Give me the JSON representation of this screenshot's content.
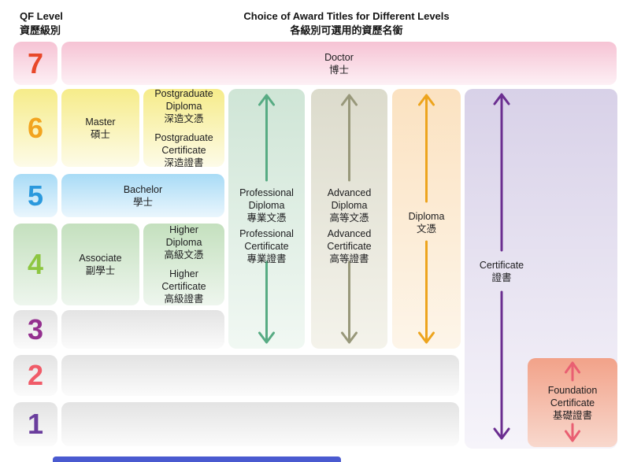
{
  "header": {
    "qf_level": {
      "en": "QF Level",
      "zh": "資歷級別"
    },
    "title": {
      "en": "Choice of Award Titles for Different Levels",
      "zh": "各級別可選用的資歷名銜"
    }
  },
  "levels": [
    {
      "num": "7",
      "color": "#e8482a"
    },
    {
      "num": "6",
      "color": "#f2a41f"
    },
    {
      "num": "5",
      "color": "#2b99dd"
    },
    {
      "num": "4",
      "color": "#8dc641"
    },
    {
      "num": "3",
      "color": "#94308f"
    },
    {
      "num": "2",
      "color": "#f05b68"
    },
    {
      "num": "1",
      "color": "#6a3d9d"
    }
  ],
  "awards": {
    "doctor": {
      "en": "Doctor",
      "zh": "博士"
    },
    "master": {
      "en": "Master",
      "zh": "碩士"
    },
    "postgraduate_diploma": {
      "en": "Postgraduate Diploma",
      "zh": "深造文憑"
    },
    "postgraduate_certificate": {
      "en": "Postgraduate Certificate",
      "zh": "深造證書"
    },
    "bachelor": {
      "en": "Bachelor",
      "zh": "學士"
    },
    "associate": {
      "en": "Associate",
      "zh": "副學士"
    },
    "higher_diploma": {
      "en": "Higher Diploma",
      "zh": "高級文憑"
    },
    "higher_certificate": {
      "en": "Higher Certificate",
      "zh": "高級證書"
    },
    "professional_diploma": {
      "en": "Professional Diploma",
      "zh": "專業文憑"
    },
    "professional_certificate": {
      "en": "Professional Certificate",
      "zh": "專業證書"
    },
    "advanced_diploma": {
      "en": "Advanced Diploma",
      "zh": "高等文憑"
    },
    "advanced_certificate": {
      "en": "Advanced Certificate",
      "zh": "高等證書"
    },
    "diploma": {
      "en": "Diploma",
      "zh": "文憑"
    },
    "certificate": {
      "en": "Certificate",
      "zh": "證書"
    },
    "foundation_certificate": {
      "en": "Foundation Certificate",
      "zh": "基礎證書"
    }
  },
  "arrow_colors": {
    "professional": "#57ab83",
    "advanced": "#98987a",
    "diploma": "#eda41d",
    "certificate": "#6b2e90",
    "foundation": "#e95f72"
  },
  "footer_bar": {
    "color": "#4a5ad0"
  }
}
